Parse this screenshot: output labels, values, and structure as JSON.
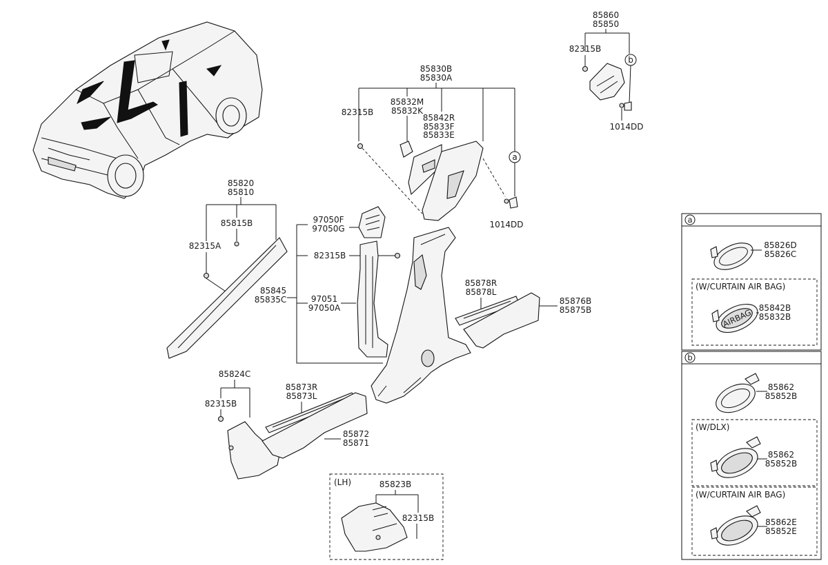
{
  "labels": {
    "p85860": "85860",
    "p85850": "85850",
    "p82315B_tr": "82315B",
    "p1014DD_tr": "1014DD",
    "p85830B": "85830B",
    "p85830A": "85830A",
    "p85832M": "85832M",
    "p85832K": "85832K",
    "p85842R": "85842R",
    "p85833F": "85833F",
    "p85833E": "85833E",
    "p82315B_c": "82315B",
    "p1014DD_c": "1014DD",
    "p85820": "85820",
    "p85810": "85810",
    "p85815B": "85815B",
    "p82315A": "82315A",
    "p97050F": "97050F",
    "p97050G": "97050G",
    "p82315B_m": "82315B",
    "p85845": "85845",
    "p85835C": "85835C",
    "p97051": "97051",
    "p97050A": "97050A",
    "p85878R": "85878R",
    "p85878L": "85878L",
    "p85876B": "85876B",
    "p85875B": "85875B",
    "p85824C": "85824C",
    "p82315B_bl": "82315B",
    "p85873R": "85873R",
    "p85873L": "85873L",
    "p85872": "85872",
    "p85871": "85871",
    "lh": "(LH)",
    "p85823B": "85823B",
    "p82315B_lh": "82315B",
    "callout_a": "a",
    "callout_b": "b"
  },
  "panel_a": {
    "key": "a",
    "p1_top": "85826D",
    "p1_bot": "85826C",
    "sub_title": "(W/CURTAIN AIR BAG)",
    "p2_top": "85842B",
    "p2_bot": "85832B"
  },
  "panel_b": {
    "key": "b",
    "p1_top": "85862",
    "p1_bot": "85852B",
    "sub1_title": "(W/DLX)",
    "p2_top": "85862",
    "p2_bot": "85852B",
    "sub2_title": "(W/CURTAIN AIR BAG)",
    "p3_top": "85862E",
    "p3_bot": "85852E"
  }
}
